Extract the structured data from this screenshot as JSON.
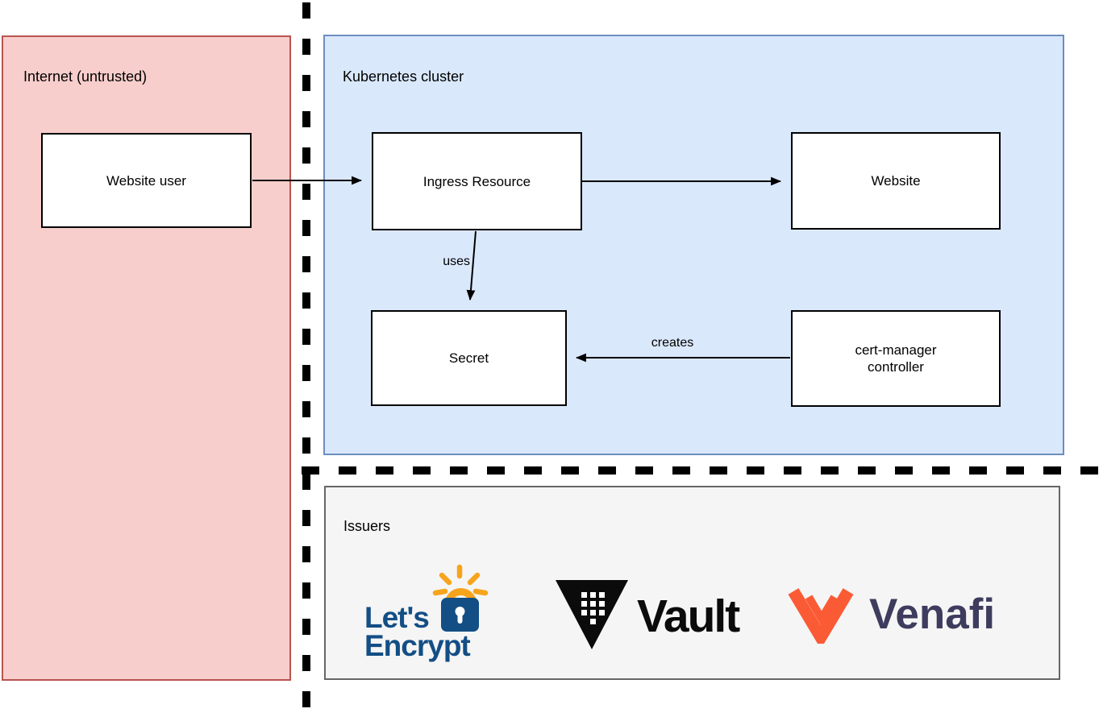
{
  "regions": {
    "internet": {
      "label": "Internet (untrusted)",
      "fill": "#F8CECC",
      "border": "#B85450"
    },
    "cluster": {
      "label": "Kubernetes cluster",
      "fill": "#DAE8FC",
      "border": "#6C8EBF"
    },
    "issuers": {
      "label": "Issuers",
      "fill": "#F5F5F5",
      "border": "#666666"
    }
  },
  "nodes": {
    "website_user": {
      "label": "Website user"
    },
    "ingress_resource": {
      "label": "Ingress Resource"
    },
    "website": {
      "label": "Website"
    },
    "secret": {
      "label": "Secret"
    },
    "cert_manager_controller": {
      "label": "cert-manager controller"
    }
  },
  "edges": [
    {
      "from": "Website user",
      "to": "Ingress Resource",
      "label": ""
    },
    {
      "from": "Ingress Resource",
      "to": "Website",
      "label": ""
    },
    {
      "from": "Ingress Resource",
      "to": "Secret",
      "label": "uses"
    },
    {
      "from": "cert-manager controller",
      "to": "Secret",
      "label": "creates"
    }
  ],
  "logos": {
    "lets_encrypt": {
      "name": "Let's Encrypt",
      "line1": "Let's",
      "line2": "Encrypt",
      "blue": "#134E85",
      "orange": "#F7A41D"
    },
    "vault": {
      "text": "Vault",
      "color": "#0B0B0B"
    },
    "venafi": {
      "text": "Venafi",
      "mark_color": "#FA5B35",
      "text_color": "#3E3C5E"
    }
  },
  "boundary": {
    "style": "dashed",
    "color": "#000000"
  }
}
